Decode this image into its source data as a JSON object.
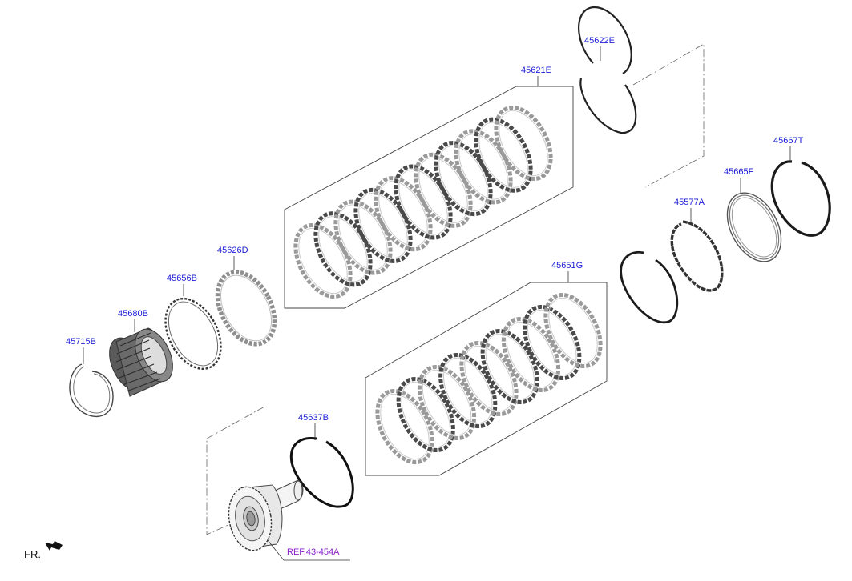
{
  "labels": {
    "p45622E": "45622E",
    "p45621E": "45621E",
    "p45667T": "45667T",
    "p45665F": "45665F",
    "p45577A": "45577A",
    "p45626D": "45626D",
    "p45656B": "45656B",
    "p45680B": "45680B",
    "p45715B": "45715B",
    "p45651G": "45651G",
    "p45637B": "45637B",
    "ref": "REF.43-454A",
    "front": "FR."
  },
  "colors": {
    "part_label": "#1a1ad6",
    "reference_label": "#8a1fc9",
    "steel_plate": "#9a9a9a",
    "friction_plate": "#4a4a4a",
    "snap_ring": "#222222"
  },
  "icons": {
    "front_arrow": "arrow-down-left-icon"
  }
}
